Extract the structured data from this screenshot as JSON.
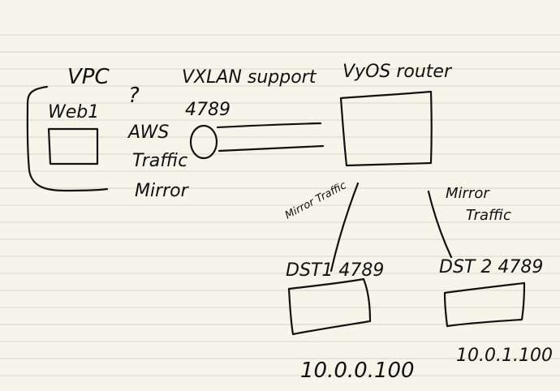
{
  "notes": {
    "vpc_label": "VPC",
    "web_label": "Web1",
    "question_mark": "?",
    "vxlan_label": "VXLAN support",
    "port_label": "4789",
    "aws_traffic_mirror": [
      "AWS",
      "Traffic",
      "Mirror"
    ],
    "vyos_label": "VyOS router",
    "mirror_traffic_left": "Mirror Traffic",
    "mirror_traffic_right": [
      "Mirror",
      "Traffic"
    ],
    "dst1_label": "DST1 4789",
    "dst2_label": "DST 2 4789",
    "dst1_ip": "10.0.0.100",
    "dst2_ip": "10.0.1.100"
  }
}
